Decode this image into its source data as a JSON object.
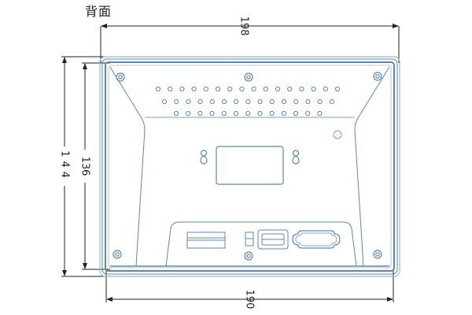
{
  "title": "背面",
  "dimensions": {
    "overall_width": "198",
    "overall_height": "144",
    "inner_height": "136",
    "inner_width": "190"
  },
  "colors": {
    "outline": "#5b86b8",
    "outline_light": "#9bb6d6",
    "dimension": "#222222"
  },
  "vents": {
    "row1_count": 16,
    "row2_count": 15,
    "row3_count": 13
  },
  "ports": [
    "usb-a-dual",
    "rj45-led",
    "audio-jack",
    "usb-a-single",
    "db9-serial"
  ]
}
